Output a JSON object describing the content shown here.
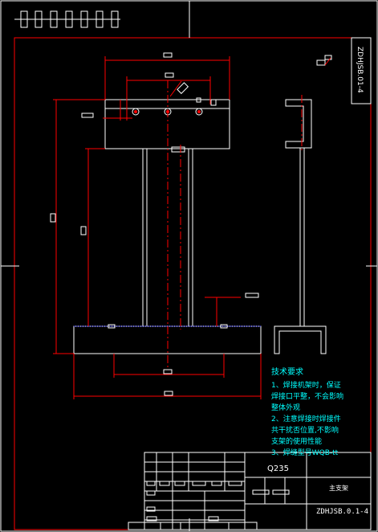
{
  "drawing": {
    "code_vertical": "ZDHJSB.01-4",
    "code_title": "ZDHJSB.0.1-4",
    "material": "Q235",
    "part_name": "主支架"
  },
  "notes": {
    "heading": "技术要求",
    "lines": [
      "1、焊接机架时，保证",
      "焊接口平整，不会影响",
      "整体外观",
      "2、注意焊接时焊接件",
      "共干扰否位置,不影响",
      "支架的使用性能",
      "3、焊缝型号WQB-tt"
    ]
  },
  "colors": {
    "outline": "#ffffff",
    "dimension": "#ff0000",
    "centerline": "#ff0000",
    "notes": "#00ffff",
    "background": "#000000"
  }
}
